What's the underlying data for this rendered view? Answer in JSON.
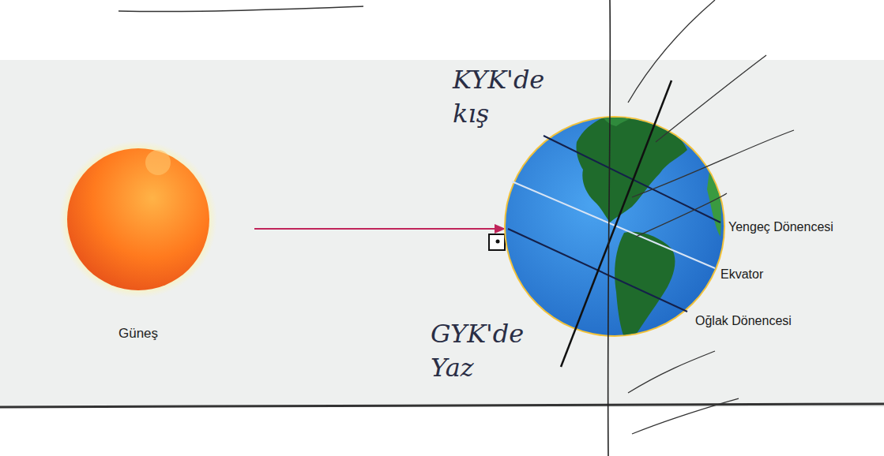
{
  "diagram": {
    "nodes": [
      {
        "text": [
          "Güneş"
        ]
      }
    ],
    "labels": [
      "KYK'de kış",
      "GYK'de Yaz",
      "Yengeç Dönencesi",
      "Ekvator",
      "Oğlak Dönencesi"
    ]
  }
}
